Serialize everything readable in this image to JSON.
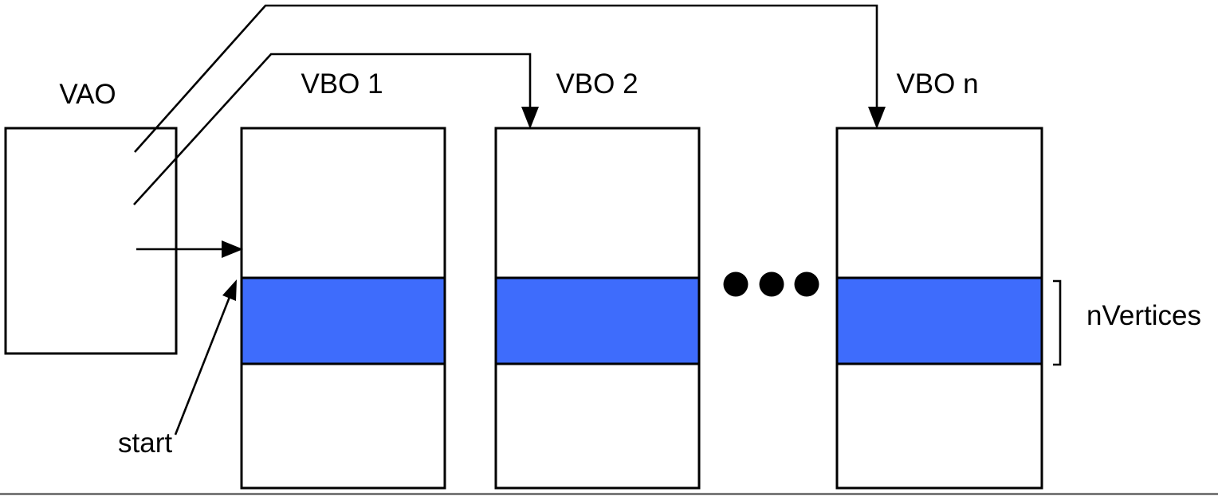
{
  "vao": {
    "label": "VAO"
  },
  "vbos": [
    {
      "label": "VBO 1"
    },
    {
      "label": "VBO 2"
    },
    {
      "label": "VBO n"
    }
  ],
  "annotations": {
    "start_label": "start",
    "nvertices_label": "nVertices"
  },
  "icons": {
    "ellipsis_icon": "three-dots-continuation"
  },
  "colors": {
    "highlight_blue": "#3E6CFC",
    "ink": "#000000",
    "bottom_border_gray": "#7B7B7B",
    "background": "#FFFFFF"
  }
}
